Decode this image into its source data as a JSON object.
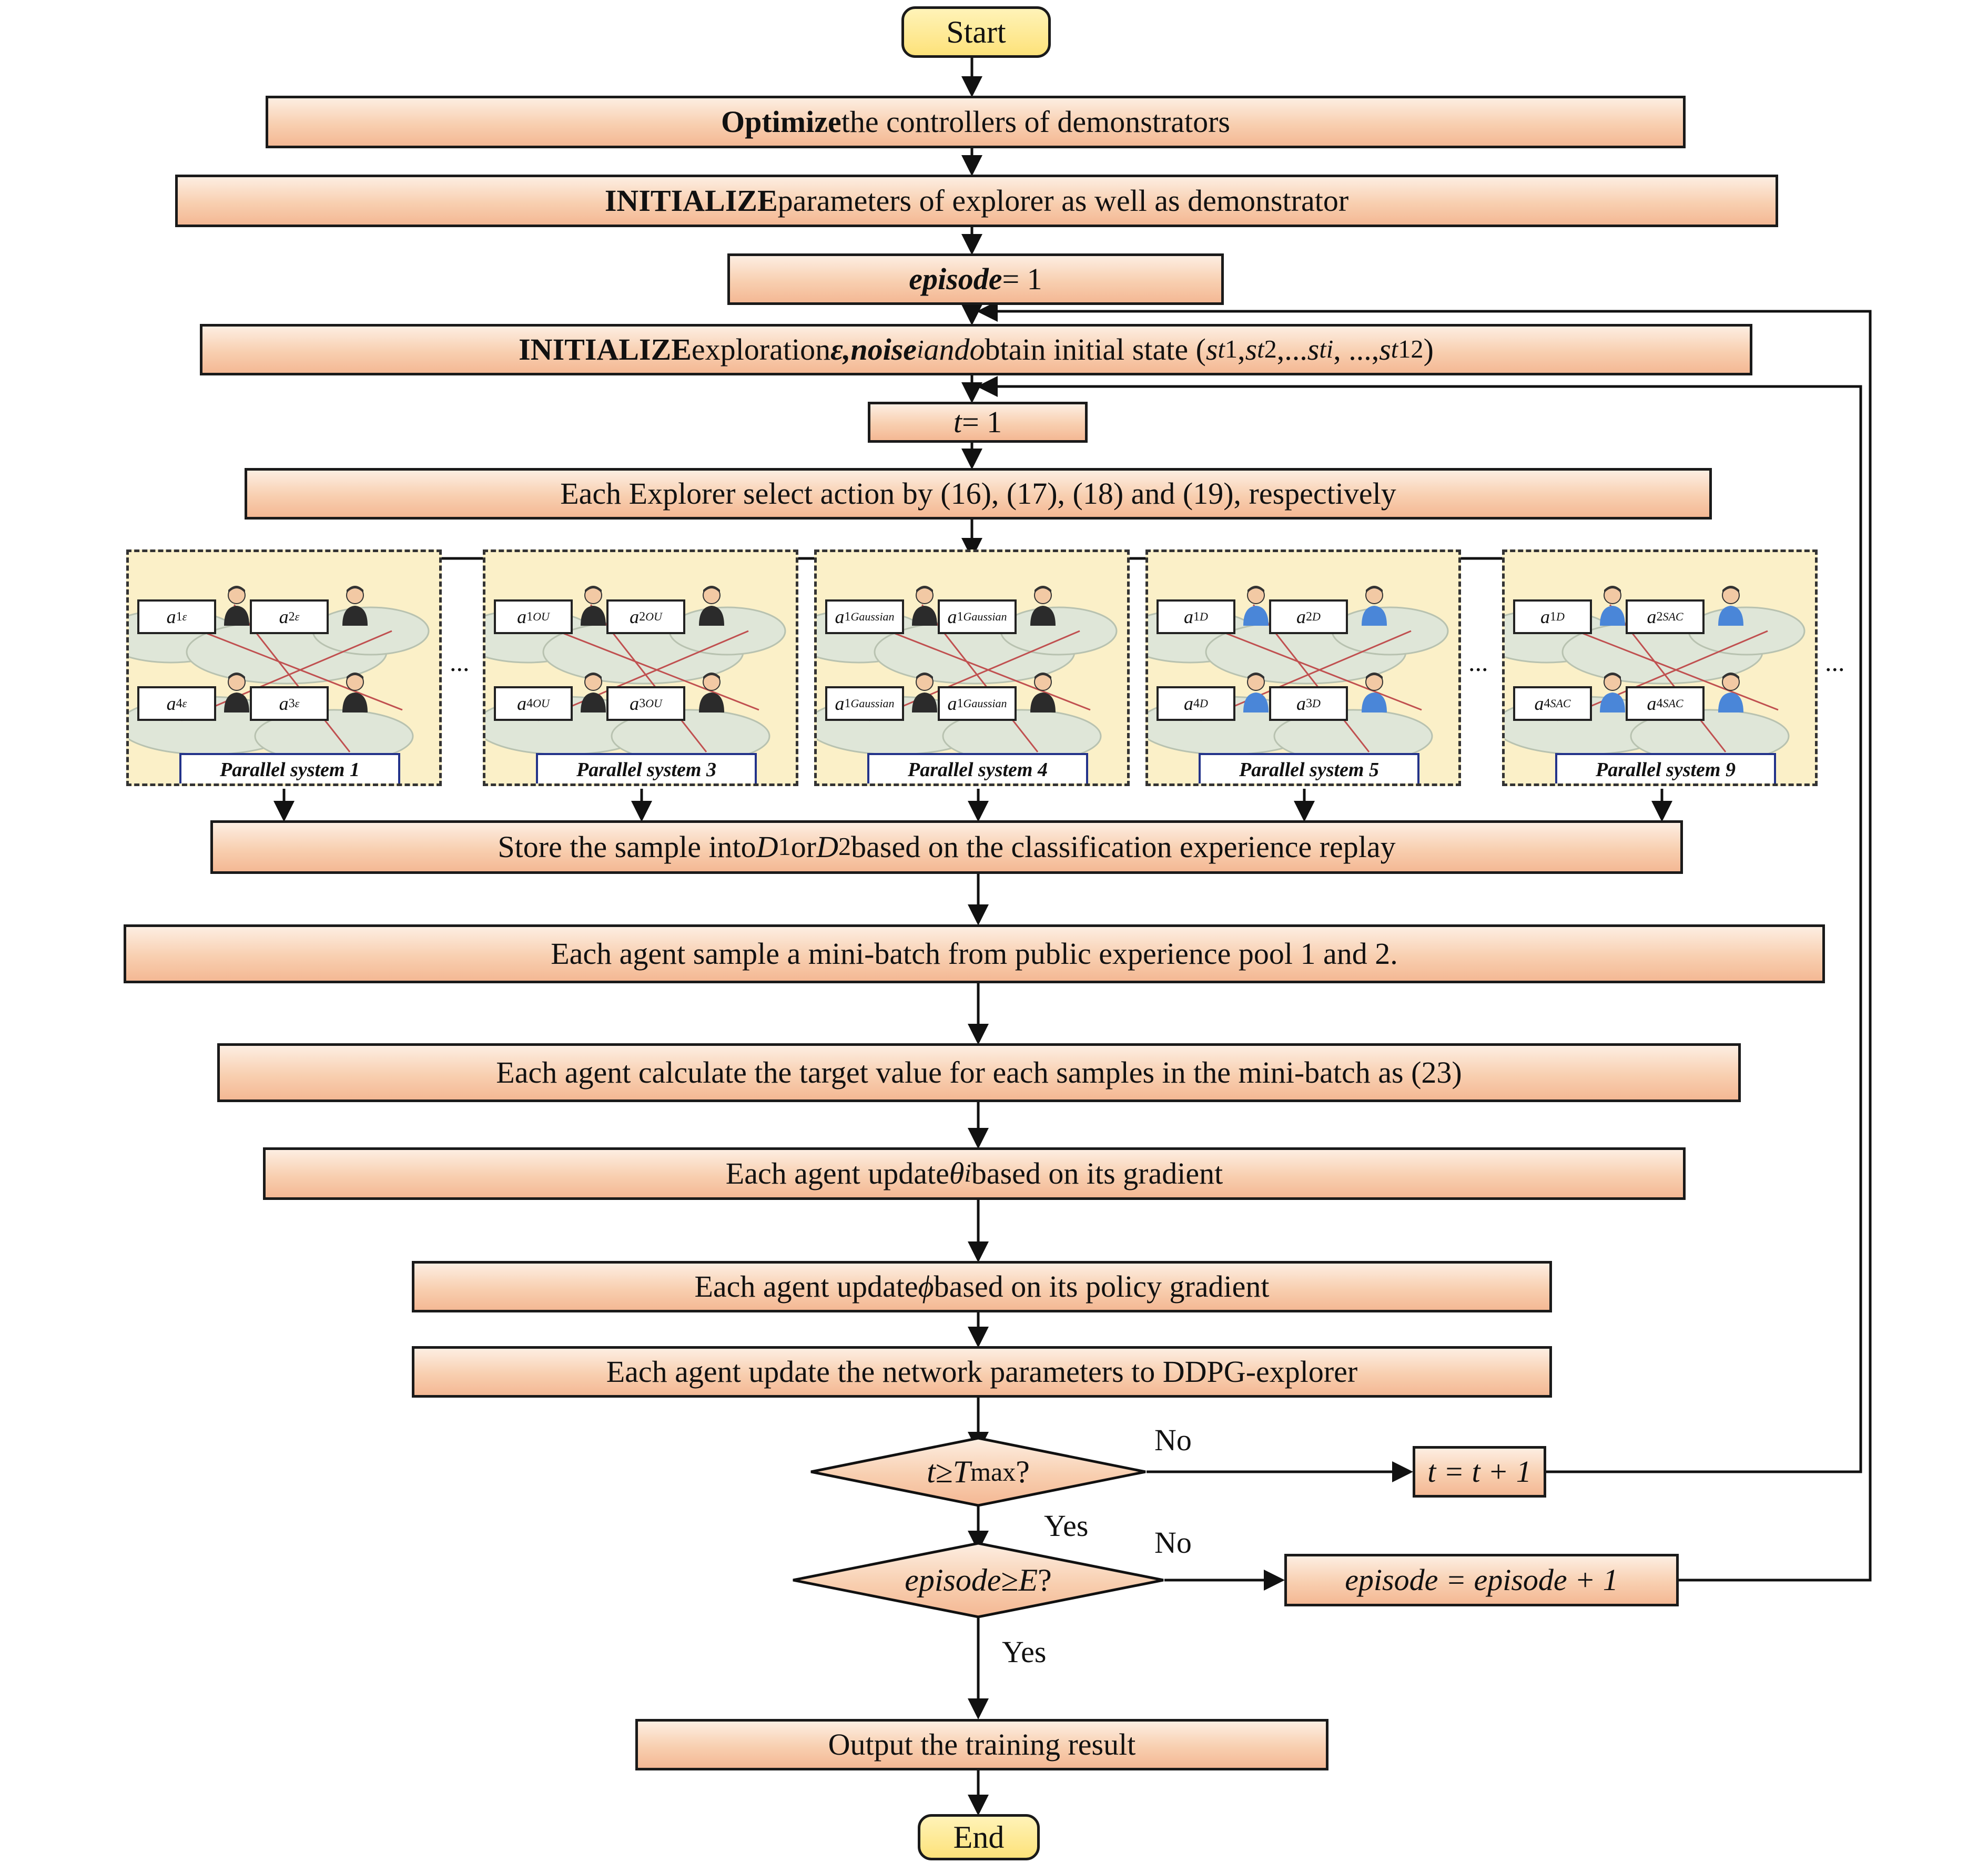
{
  "start": "Start",
  "end": "End",
  "steps": {
    "optimize": [
      "Optimize",
      " the controllers of demonstrators"
    ],
    "init_params": [
      "INITIALIZE",
      " parameters of explorer as well as demonstrator"
    ],
    "episode_init": [
      "episode",
      " = 1"
    ],
    "init_explore": [
      "INITIALIZE",
      " exploration ",
      "ε,noise",
      "i",
      " and ",
      "o",
      "btain initial state (",
      "s",
      "t",
      "1",
      ", ",
      "s",
      "t",
      "2",
      ",...",
      "s",
      "t",
      "i",
      ", ..., ",
      "s",
      "t",
      "12",
      ")"
    ],
    "t_init": [
      "t",
      " = 1"
    ],
    "select_action": "Each Explorer select action by (16), (17), (18) and (19), respectively",
    "store": [
      "Store the sample into ",
      "D",
      "1",
      " or ",
      "D",
      "2",
      " based on the classification experience replay"
    ],
    "sample": "Each agent sample a mini-batch from public experience  pool 1 and 2.",
    "target": "Each agent calculate the target value for each samples in the mini-batch as (23)",
    "update_theta": [
      "Each agent update ",
      "θ",
      "i",
      " based on its gradient"
    ],
    "update_phi": [
      "Each agent update ",
      "ϕ",
      " based on its policy gradient"
    ],
    "update_net": "Each agent update the network parameters to DDPG-explorer",
    "output": "Output the training result"
  },
  "decisions": {
    "t_check": [
      "t",
      " ≥ ",
      "T",
      "max",
      "?"
    ],
    "episode_check": [
      "episode",
      " ≥ ",
      "E",
      "?"
    ]
  },
  "increments": {
    "t_inc": "t = t + 1",
    "episode_inc": "episode = episode + 1"
  },
  "edge_labels": {
    "no1": "No",
    "yes1": "Yes",
    "no2": "No",
    "yes2": "Yes"
  },
  "parallel_systems": [
    {
      "label": "Parallel system 1",
      "actions": [
        [
          "a",
          "1",
          "ε"
        ],
        [
          "a",
          "2",
          "ε"
        ],
        [
          "a",
          "4",
          "ε"
        ],
        [
          "a",
          "3",
          "ε"
        ]
      ]
    },
    {
      "label": "Parallel system 3",
      "actions": [
        [
          "a",
          "1",
          "OU"
        ],
        [
          "a",
          "2",
          "OU"
        ],
        [
          "a",
          "4",
          "OU"
        ],
        [
          "a",
          "3",
          "OU"
        ]
      ]
    },
    {
      "label": "Parallel system 4",
      "actions": [
        [
          "a",
          "1",
          "Gaussian"
        ],
        [
          "a",
          "1",
          "Gaussian"
        ],
        [
          "a",
          "1",
          "Gaussian"
        ],
        [
          "a",
          "1",
          "Gaussian"
        ]
      ]
    },
    {
      "label": "Parallel system 5",
      "actions": [
        [
          "a",
          "1",
          "D"
        ],
        [
          "a",
          "2",
          "D"
        ],
        [
          "a",
          "4",
          "D"
        ],
        [
          "a",
          "3",
          "D"
        ]
      ]
    },
    {
      "label": "Parallel system 9",
      "actions": [
        [
          "a",
          "1",
          "D"
        ],
        [
          "a",
          "2",
          "SAC"
        ],
        [
          "a",
          "4",
          "SAC"
        ],
        [
          "a",
          "4",
          "SAC"
        ]
      ]
    }
  ],
  "ellipsis": "...",
  "colors": {
    "box_fill": "#f8cfb0",
    "terminal_fill": "#fde27a",
    "system_fill": "#fbf0c8",
    "system_label_border": "#23338a"
  }
}
